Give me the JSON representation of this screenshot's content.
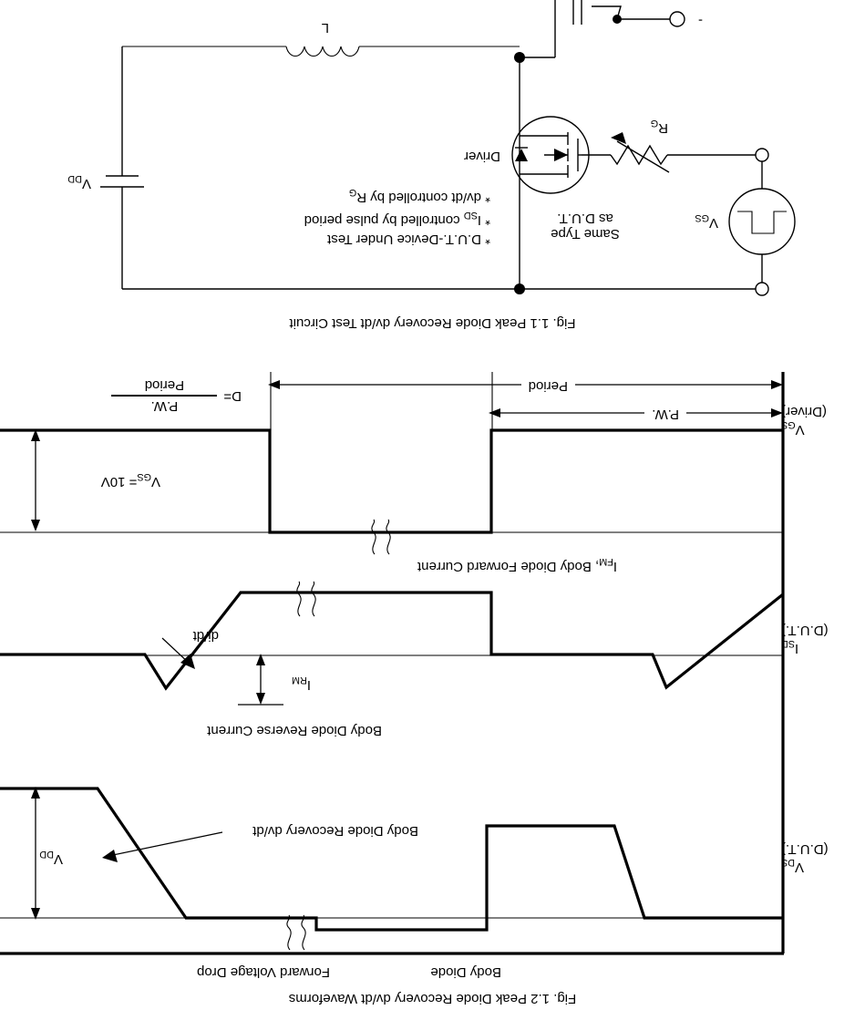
{
  "page": {
    "orientation_degrees": 180,
    "background": "#ffffff",
    "ink": "#000000"
  },
  "figure_waveforms": {
    "title": "Fig. 1.2 Peak Diode Recovery dv/dt Waveforms",
    "top_annotations": [
      {
        "id": "body-diode",
        "text": "Body Diode"
      },
      {
        "id": "forward-voltage-drop",
        "text": "Forward Voltage Drop"
      }
    ],
    "traces": [
      {
        "id": "vds",
        "axis_label_line1": "V",
        "axis_label_sub": "DS",
        "axis_label_line2": "(D.U.T.)",
        "annotations": [
          {
            "id": "body-diode-recovery-dvdt",
            "text": "Body Diode Recovery dv/dt"
          }
        ],
        "dimension": {
          "id": "vdd",
          "label": "V",
          "sub": "DD"
        }
      },
      {
        "id": "isd",
        "axis_label_line1": "I",
        "axis_label_sub": "SD",
        "axis_label_line2": "(D.U.T.)",
        "annotations": [
          {
            "id": "body-diode-reverse-current",
            "text": "Body Diode Reverse Current"
          },
          {
            "id": "didt",
            "text": "di/dt"
          },
          {
            "id": "ifm-body-diode-forward-current",
            "text": "I",
            "sub": "FM",
            "rest": ", Body Diode Forward Current"
          }
        ],
        "dimension": {
          "id": "irm",
          "label": "I",
          "sub": "RM"
        }
      },
      {
        "id": "vgs",
        "axis_label_line1": "V",
        "axis_label_sub": "GS",
        "axis_label_line2": "(Driver)",
        "dimension": {
          "id": "vgs-level",
          "label": "V",
          "sub": "GS",
          "rest": "= 10V"
        }
      }
    ],
    "timing": {
      "pulse_width_label": "P.W.",
      "period_label": "Period",
      "duty_formula": {
        "lhs": "D=",
        "numerator": "P.W.",
        "denominator": "Period"
      }
    }
  },
  "figure_circuit": {
    "title": "Fig. 1.1 Peak Diode Recovery dv/dt Test Circuit",
    "notes": [
      "* dv/dt controlled by R",
      "* I",
      "* D.U.T.-Device Under Test"
    ],
    "notes_full": [
      {
        "id": "note-dvdt",
        "prefix": "* dv/dt controlled by R",
        "sub": "G",
        "suffix": ""
      },
      {
        "id": "note-isd",
        "prefix": "* I",
        "sub": "SD",
        "suffix": " controlled by pulse period"
      },
      {
        "id": "note-dut",
        "prefix": "* D.U.T.-Device Under Test",
        "sub": "",
        "suffix": ""
      }
    ],
    "components": [
      {
        "id": "pulse-source",
        "label": "V",
        "sub": "GS",
        "type": "pulse-generator"
      },
      {
        "id": "gate-resistor",
        "label": "R",
        "sub": "G",
        "type": "variable-resistor"
      },
      {
        "id": "driver-mosfet",
        "label": "Driver",
        "sub": "",
        "type": "mosfet"
      },
      {
        "id": "dut-note",
        "line1": "Same Type",
        "line2": "as D.U.T."
      },
      {
        "id": "supply",
        "label": "V",
        "sub": "DD",
        "type": "dc-source"
      },
      {
        "id": "inductor",
        "label": "L",
        "sub": "",
        "type": "inductor"
      },
      {
        "id": "minus-terminal",
        "label": "-",
        "sub": "",
        "type": "terminal"
      }
    ]
  }
}
